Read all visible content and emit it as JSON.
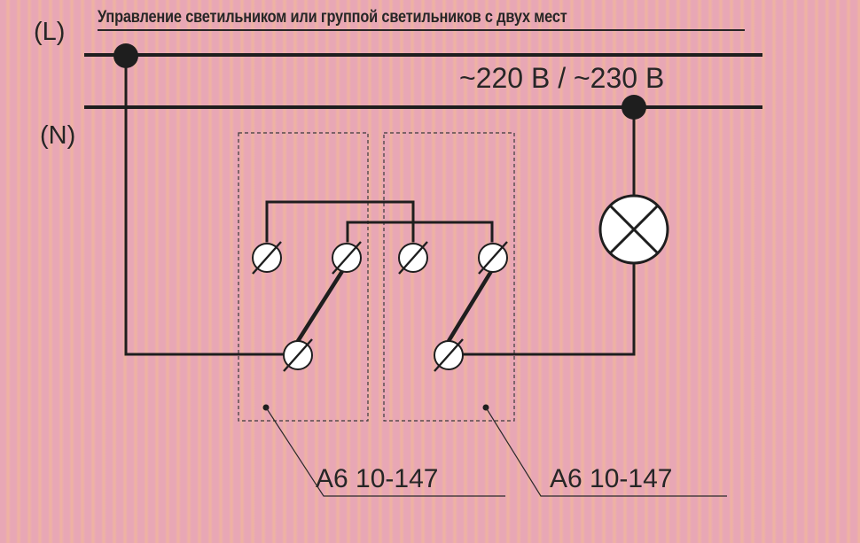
{
  "diagram": {
    "title": "Управление светильником или группой светильников с двух мест",
    "line_label": "(L)",
    "neutral_label": "(N)",
    "voltage_label": "~220 В / ~230 В",
    "left_switch_label": "А6 10-147",
    "right_switch_label": "А6 10-147"
  },
  "icons": {
    "lamp": "lamp-icon",
    "terminal": "screw-terminal-icon",
    "junction": "junction-dot-icon"
  },
  "colors": {
    "background": "#e8a7b5",
    "wire": "#1e1e1e"
  }
}
